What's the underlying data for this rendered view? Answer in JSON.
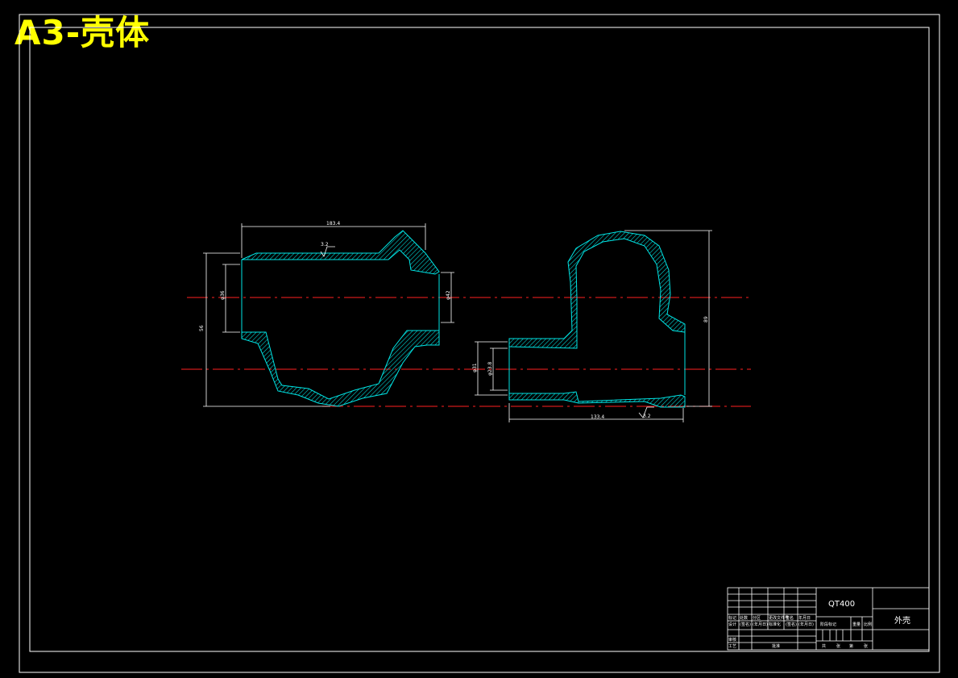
{
  "sheet": {
    "title": "A3-壳体"
  },
  "drawing": {
    "left_view": {
      "dim_top": "183.4",
      "dim_left_outer": "56",
      "dim_left_inner": "φ36",
      "dim_right_bore": "φ42",
      "roughness": "3.2"
    },
    "right_view": {
      "dim_height": "89",
      "dim_length": "133.4",
      "dim_bore_outer": "φ31",
      "dim_bore_inner": "φ23.8",
      "roughness": "3.2"
    }
  },
  "title_block": {
    "material": "QT400",
    "part_name": "外壳",
    "row_labels": [
      "标记",
      "设计",
      "审核",
      "工艺"
    ],
    "header_cells": [
      "处数",
      "分区",
      "更改文件号",
      "签名",
      "年月日"
    ],
    "row2_cells": [
      "(签名)",
      "(年月日)",
      "标准化",
      "(签名)",
      "(年月日)"
    ],
    "stage_header": [
      "阶段标记",
      "重量",
      "比例"
    ],
    "approve_label": "批准",
    "sheet_cells": [
      "共",
      "张",
      "第",
      "张"
    ]
  },
  "colors": {
    "background": "#000000",
    "line": "#ffffff",
    "title": "#ffff00",
    "centerline": "#ff2020",
    "profile": "#00e5e5"
  }
}
